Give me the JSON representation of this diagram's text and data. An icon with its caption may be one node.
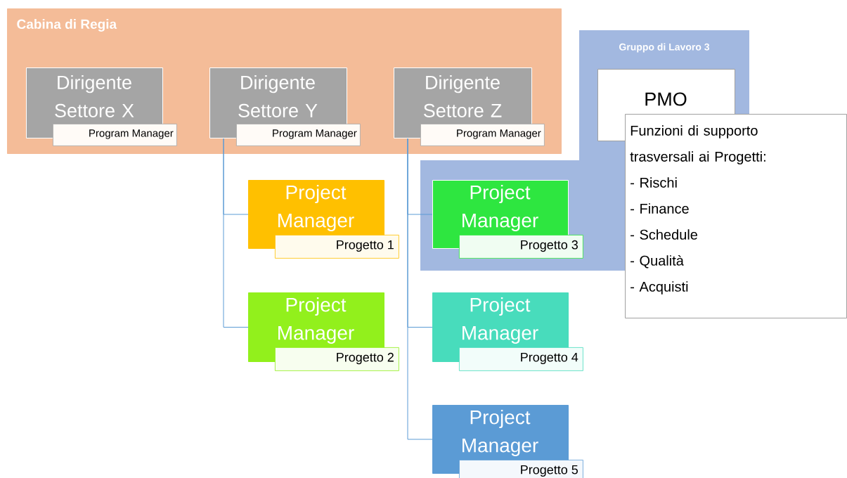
{
  "diagram": {
    "nodes": [
      {
        "text": [
          "Cabina di Regia"
        ]
      },
      {
        "text": [
          "Dirigente Settore X",
          "Program Manager"
        ],
        "in": 0
      },
      {
        "text": [
          "Dirigente Settore Y",
          "Program Manager"
        ],
        "in": 0
      },
      {
        "text": [
          "Dirigente Settore Z",
          "Program Manager"
        ],
        "in": 0
      },
      {
        "text": [
          "Gruppo di Lavoro 3"
        ]
      },
      {
        "text": [
          "PMO"
        ],
        "in": 4
      },
      {
        "text": [
          "Funzioni di supporto trasversali ai Progetti:",
          "- Rischi",
          "- Finance",
          "- Schedule",
          "- Qualità",
          "- Acquisti"
        ]
      },
      {
        "text": [
          "Project Manager",
          "Progetto 1"
        ]
      },
      {
        "text": [
          "Project Manager",
          "Progetto 2"
        ]
      },
      {
        "text": [
          "Project Manager",
          "Progetto 3"
        ],
        "in": 4
      },
      {
        "text": [
          "Project Manager",
          "Progetto 4"
        ]
      },
      {
        "text": [
          "Project Manager",
          "Progetto 5"
        ]
      }
    ],
    "edges": [
      {
        "from": 2,
        "to": 7,
        "arrow": "none"
      },
      {
        "from": 2,
        "to": 8,
        "arrow": "none"
      },
      {
        "from": 3,
        "to": 9,
        "arrow": "none"
      },
      {
        "from": 3,
        "to": 10,
        "arrow": "none"
      },
      {
        "from": 3,
        "to": 11,
        "arrow": "none"
      }
    ]
  }
}
